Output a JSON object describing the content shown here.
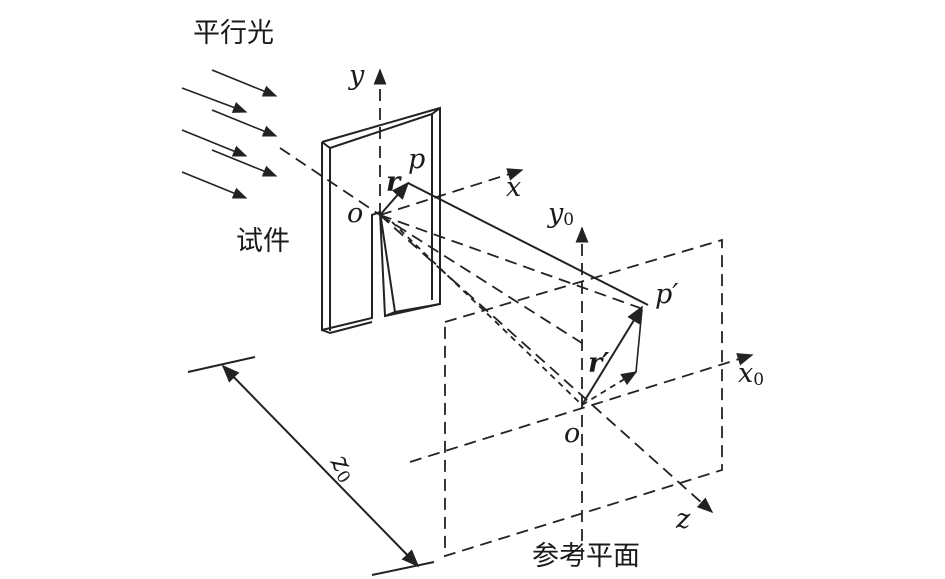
{
  "labels": {
    "parallel_light": "平行光",
    "specimen": "试件",
    "reference_plane": "参考平面",
    "axis_y": "y",
    "axis_x": "x",
    "axis_z": "z",
    "origin_o": "o",
    "origin_o_ref": "o",
    "point_p": "p",
    "point_p_prime": "p′",
    "vector_r": "r",
    "vector_r_prime": "r′",
    "axis_y0": "y",
    "axis_y0_sub": "0",
    "axis_x0": "x",
    "axis_x0_sub": "0",
    "distance_z0": "z",
    "distance_z0_sub": "0"
  }
}
